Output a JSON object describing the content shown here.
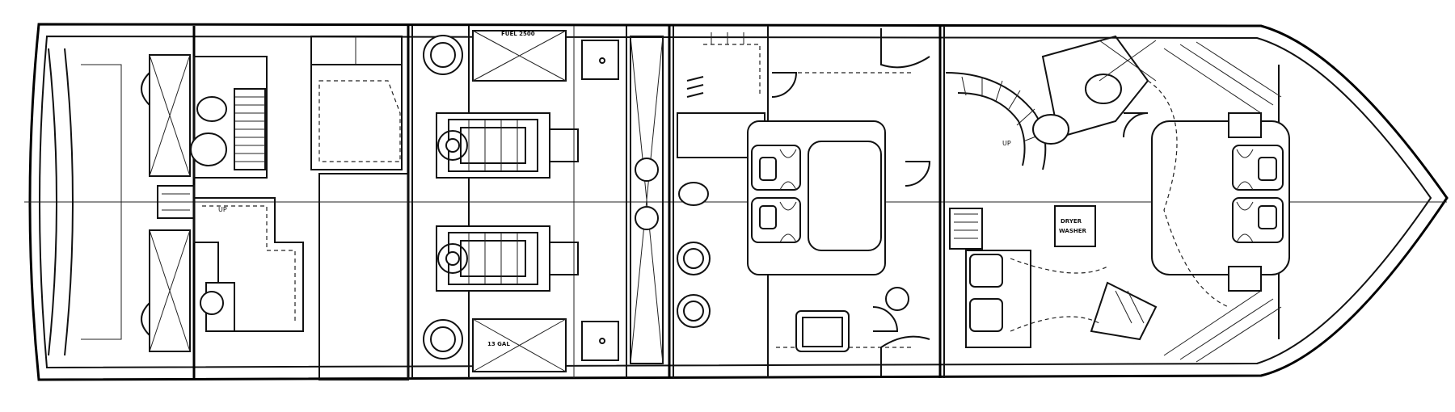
{
  "labels": {
    "upper_stairs_label": "UP",
    "lower_stairs_label": "UP",
    "upper_tank_label": "FUEL 2500",
    "lower_tank_label": "13 GAL",
    "dryer_washer_label_top": "DRYER",
    "dryer_washer_label_bottom": "WASHER"
  }
}
